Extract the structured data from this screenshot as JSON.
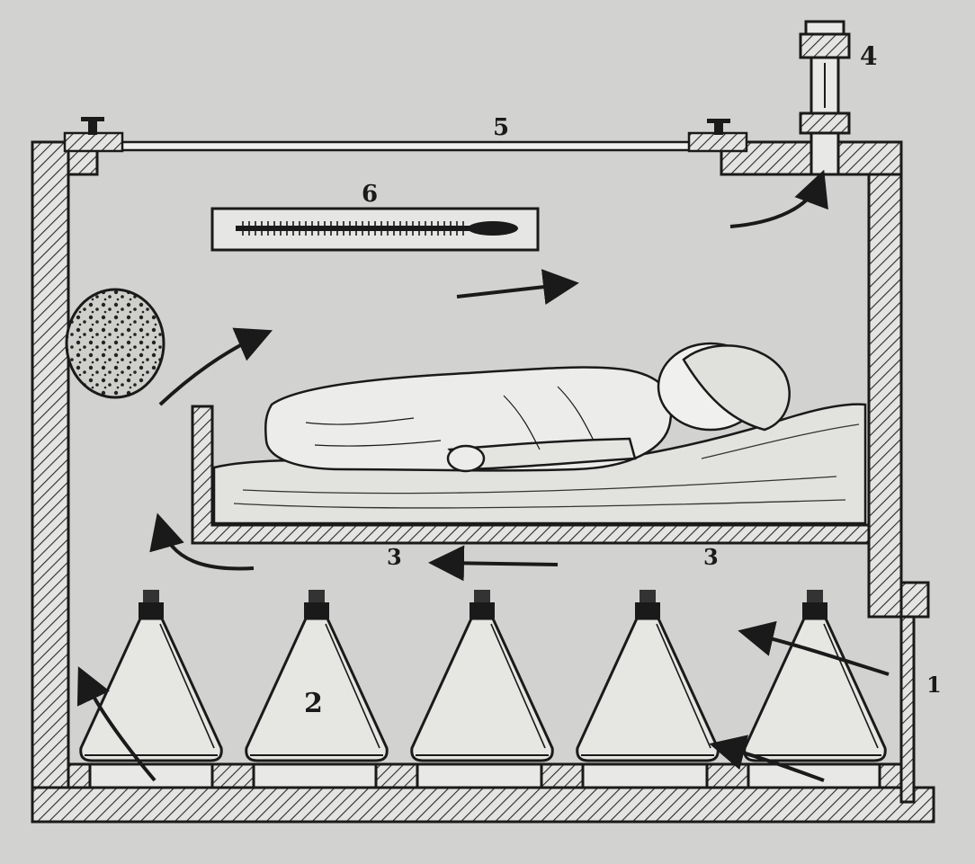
{
  "labels": {
    "inlet": "1",
    "bottles": "2",
    "tray_left": "3",
    "tray_right": "3",
    "chimney": "4",
    "glass_lid": "5",
    "thermometer": "6"
  },
  "colors": {
    "paper": "#d2d2d0",
    "ink": "#1a1a1a",
    "hatch": "#2a2a2a"
  },
  "icons": {
    "sponge": "sponge-icon",
    "infant": "infant-figure",
    "flask": "flask-icon",
    "arrow": "airflow-arrow-icon"
  }
}
